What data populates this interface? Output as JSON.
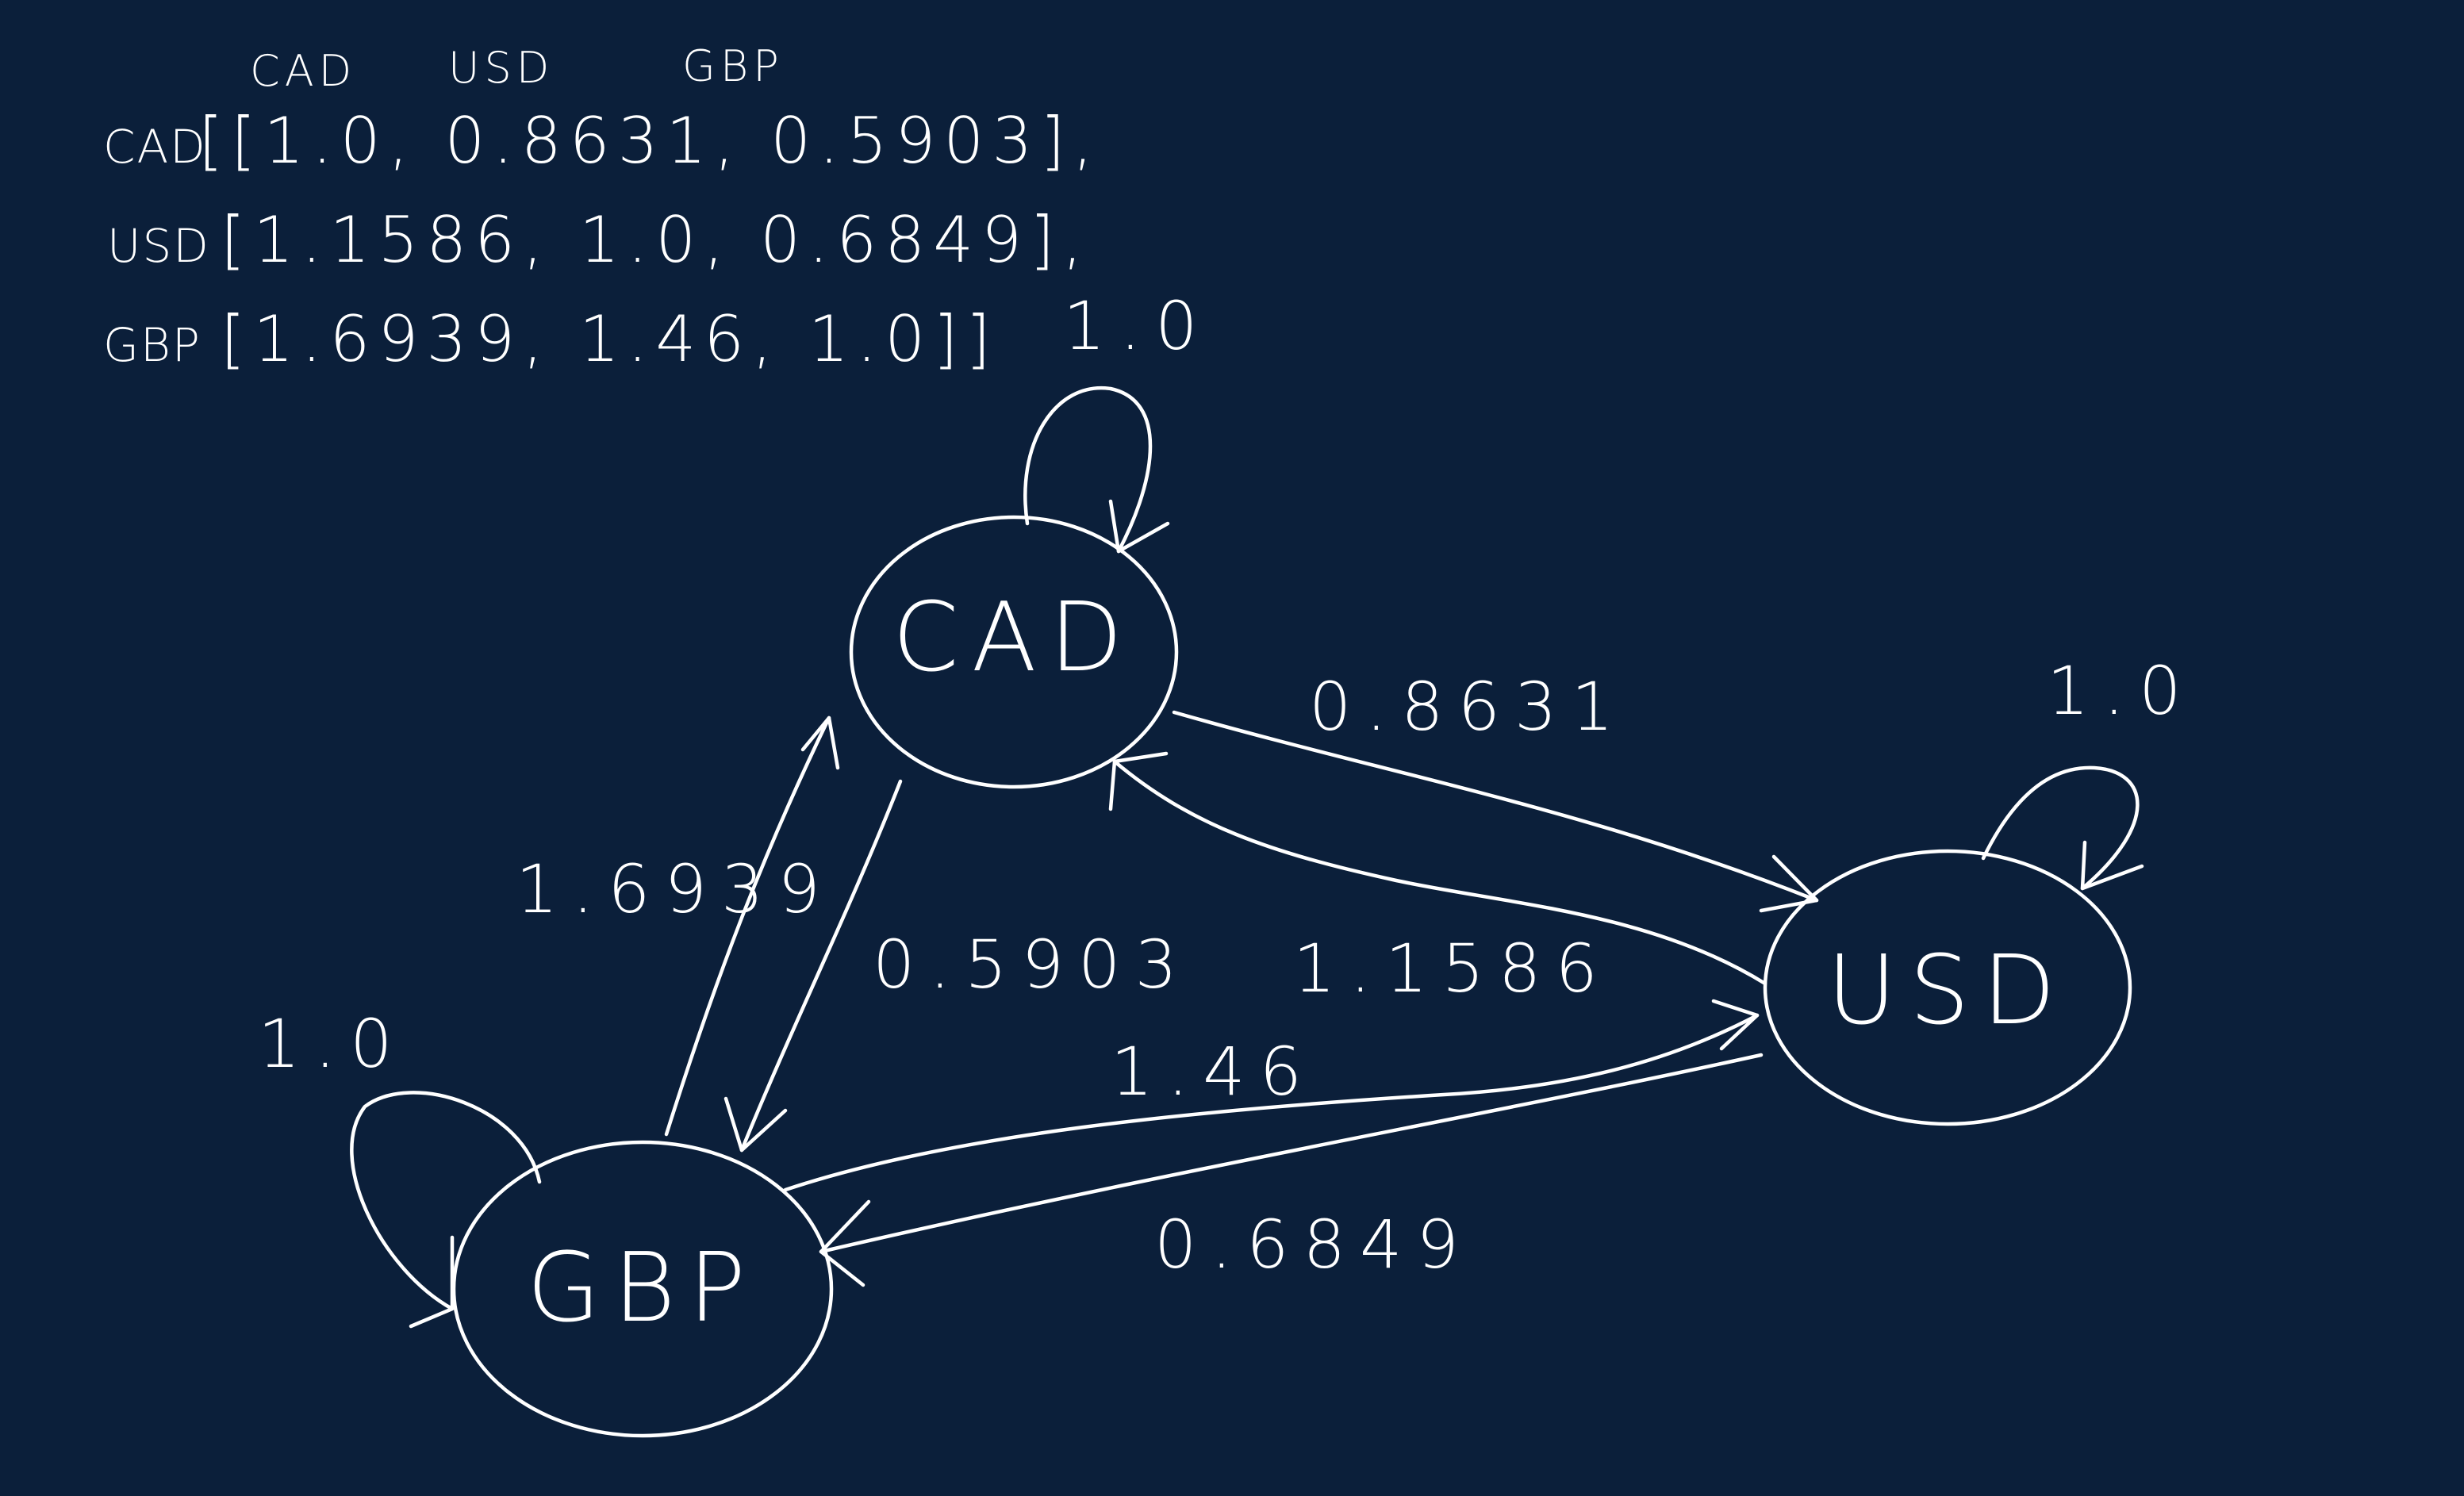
{
  "matrix": {
    "col_headers": [
      "CAD",
      "USD",
      "GBP"
    ],
    "rows": [
      {
        "label": "CAD",
        "text": "[[1.0, 0.8631, 0.5903],"
      },
      {
        "label": "USD",
        "text": "[1.1586, 1.0, 0.6849],"
      },
      {
        "label": "GBP",
        "text": "[1.6939, 1.46, 1.0]]"
      }
    ]
  },
  "nodes": [
    {
      "id": "cad",
      "label": "CAD"
    },
    {
      "id": "usd",
      "label": "USD"
    },
    {
      "id": "gbp",
      "label": "GBP"
    }
  ],
  "edges": [
    {
      "from": "CAD",
      "to": "CAD",
      "label": "1.0"
    },
    {
      "from": "USD",
      "to": "USD",
      "label": "1.0"
    },
    {
      "from": "GBP",
      "to": "GBP",
      "label": "1.0"
    },
    {
      "from": "CAD",
      "to": "USD",
      "label": "0.8631"
    },
    {
      "from": "USD",
      "to": "CAD",
      "label": "1.1586"
    },
    {
      "from": "CAD",
      "to": "GBP",
      "label": "0.5903"
    },
    {
      "from": "GBP",
      "to": "CAD",
      "label": "1.6939"
    },
    {
      "from": "GBP",
      "to": "USD",
      "label": "1.46"
    },
    {
      "from": "USD",
      "to": "GBP",
      "label": "0.6849"
    }
  ],
  "colors": {
    "background": "#0b1f3a",
    "ink": "#ffffff"
  }
}
